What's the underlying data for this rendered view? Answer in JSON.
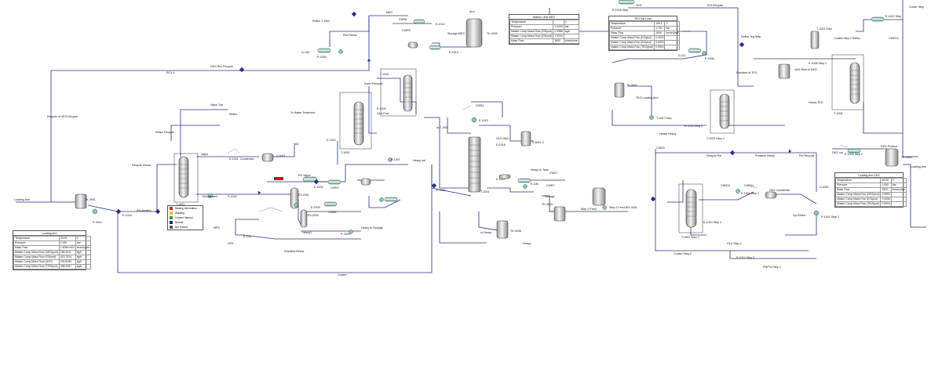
{
  "tables": {
    "loading_arm": {
      "title": "Loading Arm",
      "rows": [
        [
          "Temperature",
          "30.00",
          "C"
        ],
        [
          "Pressure",
          "1.000",
          "bar"
        ],
        [
          "Mass Flow",
          "1.608e+004",
          "tonne/year"
        ],
        [
          "Master Comp Mass Flow (DEGlycol)",
          "284.3011",
          "kg/h"
        ],
        [
          "Master Comp Mass Flow (EGlycol)",
          "415.7614",
          "kg/h"
        ],
        [
          "Master Comp Mass Flow (H2O)",
          "230.9259",
          "kg/h"
        ],
        [
          "Master Comp Mass Flow (TEGlycol)",
          "286.4067",
          "kg/h"
        ]
      ]
    },
    "battery_limit": {
      "title": "Battery Limit MEG",
      "rows": [
        [
          "Temperature",
          "",
          "C"
        ],
        [
          "Pressure",
          "1.0000",
          "bar"
        ],
        [
          "Master Comp Mass Flow (EGlycol)",
          "0.9988",
          "kg/h"
        ],
        [
          "Master Comp Mass Flow (EGlycol)",
          "1.0000",
          ""
        ],
        [
          "Mass Flow",
          "3600",
          "tonne/year"
        ]
      ]
    },
    "teg_top_load": {
      "title": "TEG Top Load",
      "rows": [
        [
          "Temperature",
          "106.1",
          "C"
        ],
        [
          "Pressure",
          "1.700",
          "bar"
        ],
        [
          "Mass Flow",
          "1500",
          "tonne/year"
        ],
        [
          "Master Comp Mass Frac (EGlycol)",
          "0.0000",
          ""
        ],
        [
          "Master Comp Mass Frac (EGlycol)",
          "0.0000",
          ""
        ],
        [
          "Master Comp Mass Frac (TEGlycol)",
          "0.9990",
          ""
        ]
      ]
    },
    "loading_arm_deg": {
      "title": "Loading Arm DEG",
      "rows": [
        [
          "Temperature",
          "40.00",
          "C"
        ],
        [
          "Pressure",
          "1.050",
          "bar"
        ],
        [
          "Mass Flow",
          "2500",
          "tonne/year"
        ],
        [
          "Master Comp Mass Frac (DEGlycol)",
          "0.9990",
          ""
        ],
        [
          "Master Comp Mass Frac (EGlycol)",
          "0.0006",
          ""
        ],
        [
          "Master Comp Mass Frac (TEGlycol)",
          "0.0004",
          ""
        ]
      ]
    }
  },
  "legend": [
    {
      "label": "Missing Information",
      "color": "#e0201b"
    },
    {
      "label": "Warning",
      "color": "#f0c419"
    },
    {
      "label": "Column Internal",
      "color": "#2a9a3a"
    },
    {
      "label": "Normal",
      "color": "#1a237e"
    },
    {
      "label": "Not Solved",
      "color": "#5a5a5a"
    }
  ],
  "labels": {
    "loading_arm": "Loading Arm",
    "tk3001": "TK-3001",
    "p3014": "P-3014",
    "e1018": "E-1018",
    "pre_heated": "Pre-Heated",
    "recycle_check": "Recycle Check",
    "recycle_veg": "Recycle of VEG Recycle",
    "rcy4": "RCY-4",
    "deg_recycle": "DEG Rec Recycle",
    "vapor_top": "Vapor Top",
    "reflux": "Reflux",
    "to_water": "To Water Treatment",
    "reflux_recycle": "Reflux Recycle",
    "t1001": "T-1001",
    "vapor": "Vapor",
    "e1001": "E-1001",
    "condenser": "Condenser",
    "v1001": "V-1001",
    "vac": "VAC",
    "dehydrated": "Dehydrated",
    "p1002": "P-1002",
    "eg_vapor": "EG Vapor",
    "e2004": "E-2004",
    "cwr2": "CWR2",
    "cws3": "CWS3",
    "ev2001": "EV-2001",
    "e2005": "E-2005",
    "ev2002": "EV-2002",
    "heavy1": "Heavy1",
    "p2004": "P-2004",
    "heavy_to_storage": "Heavy to Storage",
    "reboiled_reflux": "Reboiled Reflux",
    "e100": "E-100",
    "hps": "HPS",
    "mps": "MPS",
    "cooled": "Cooled",
    "meg": "MEG",
    "cws5": "CWS5",
    "e1014": "E-1014",
    "cwr5": "CWR5",
    "arm": "Arm",
    "storage_meg": "Storage MEG",
    "tk3002": "TK-3002",
    "e1013": "E-1013",
    "battery_limit_meg": "Battery Limit MEG",
    "reflux_t1002": "Reflux T-1002",
    "p1005": "P-1005",
    "g100": "G-100",
    "rec_reflux": "Rec Reflux",
    "drain_pressure": "Drain Pressure",
    "t1002": "T-1002",
    "e1009": "E-1009",
    "t1003": "T-1003",
    "glx_end": "GLX-End",
    "e1010": "E-1010",
    "t1004": "T-1004",
    "cws4": "CWS4",
    "e1015": "E-1015",
    "glo_vag": "GLO-VAG",
    "d1016": "D-1016",
    "v3001_2": "V-3001-2",
    "p1007": "P-1007",
    "heavy_out": "Heavy out",
    "e1012": "E-1012",
    "e1011": "E-1011",
    "heavy_to_tank": "Heavy to Tank",
    "e106": "E-106",
    "cws7": "CWS7",
    "cwr7": "CWR7",
    "tk3004": "TK-3004",
    "storage": "Storage",
    "step2_feed": "Step 2 Feed",
    "step2_feed2": "Step 2 Feed-2",
    "tk3006": "TK-3006",
    "ev3001": "EV-3001",
    "teg_top_load_title": "TEG Top Load",
    "teg": "TEG",
    "e1018_step": "E-1018 Step",
    "teg_recycle": "TEG Recycle",
    "p1008": "P-1008",
    "g111": "G-111",
    "reflux_teg": "Reflux Teg Step",
    "reboiled_teg": "Reboiled of TEG",
    "tk3007": "TK-3007",
    "teg_loading_arm": "TEG Loading Arm",
    "t1007_step": "T-1007 Step",
    "heavy_heavy": "Heavy Heavy",
    "e1019_step": "E-1019 Step 2",
    "heavy_teg": "Heavy TEG",
    "t1003_step": "T-1003 Step 2",
    "vag_rest_deg": "VAG-Rest of DEG",
    "e1008": "E-1008 Step 2",
    "t1008": "T-1008",
    "cws11": "CWS11",
    "cwr11": "CWR11",
    "e1001_step2": "E-1001 Step 2",
    "deg_condenser": "DEG Condenser",
    "u3001": "U-3001",
    "lip_reflux": "Lip-Reflux",
    "t1001_step2": "T-1001 Step 2",
    "e1010_step2": "E-1010 Step 2",
    "e1011_step2": "E-1011 Step 2",
    "p1001_step2": "P-1001 Step 2",
    "cwd3": "CWD3",
    "recycle_ref": "Recycle Ref",
    "pressure_break": "Pressure Break",
    "ref_recycle": "Ref Recycle",
    "deg_out": "DEG out",
    "e1003_step2": "E-1003 Step 2",
    "deg_product": "DEG Product",
    "tk3003": "TK-3003",
    "loading_arm_deg": "Loading Arm DEG",
    "loading_arm_2": "Loading Arm",
    "cooled_step2": "Cooled Step 2",
    "glx_step2": "GLX Step 2",
    "rnp_step": "RNP to Step 2",
    "t1004_step": "T-1004 Step",
    "cooled_step_reflux": "Cooled Step 2 Reflux",
    "e1012_step": "E-1012 Step",
    "cwr13": "CWR13",
    "cooler_step": "Cooler Step",
    "heavy": "Heavy",
    "to_heavy": "to Heavy",
    "to_t1002": "to T-1002"
  }
}
